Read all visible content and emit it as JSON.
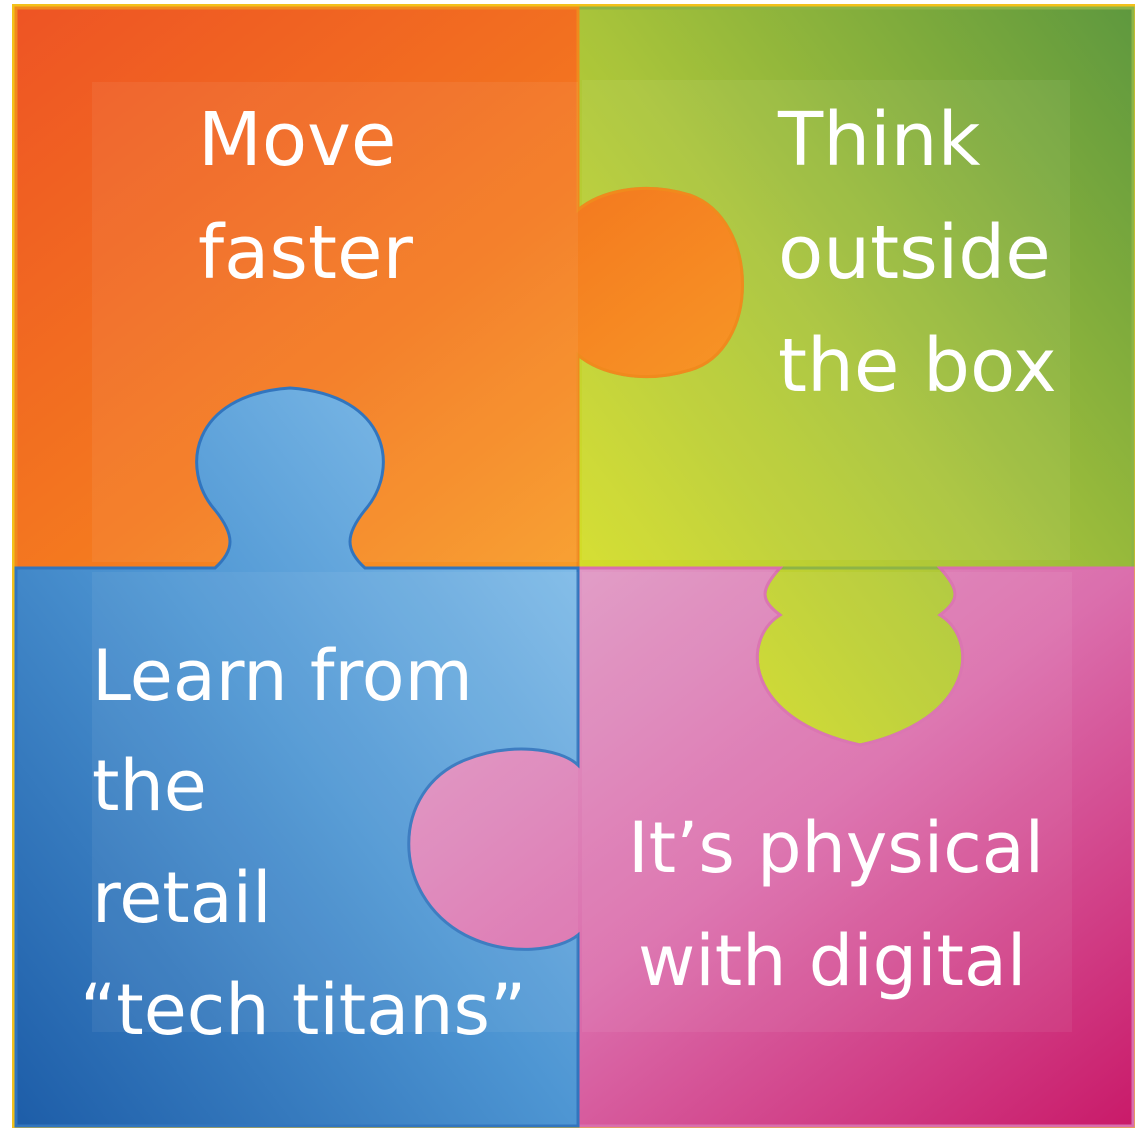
{
  "pieces": [
    {
      "id": "top-left",
      "lines": [
        "Move",
        "faster"
      ],
      "color_main": "#F47A1F",
      "color_light": "#F9A62A",
      "color_dark": "#EE5424",
      "outline": "#F08A1D"
    },
    {
      "id": "top-right",
      "lines": [
        "Think",
        "outside",
        "the box"
      ],
      "color_main": "#A9C43A",
      "color_light": "#E2E522",
      "color_dark": "#5E983E",
      "outline": "#8DB446"
    },
    {
      "id": "bottom-left",
      "lines": [
        "Learn from",
        "the",
        "retail",
        "“tech titans”"
      ],
      "color_main": "#4E96D3",
      "color_light": "#8EC6EE",
      "color_dark": "#1D5DA8",
      "outline": "#3275BE"
    },
    {
      "id": "bottom-right",
      "lines": [
        "It’s physical",
        "with digital"
      ],
      "color_main": "#DB6FAD",
      "color_light": "#E2A4CB",
      "color_dark": "#C91A69",
      "outline": "#D96EAE"
    }
  ],
  "frame_color": "#F3C11A"
}
